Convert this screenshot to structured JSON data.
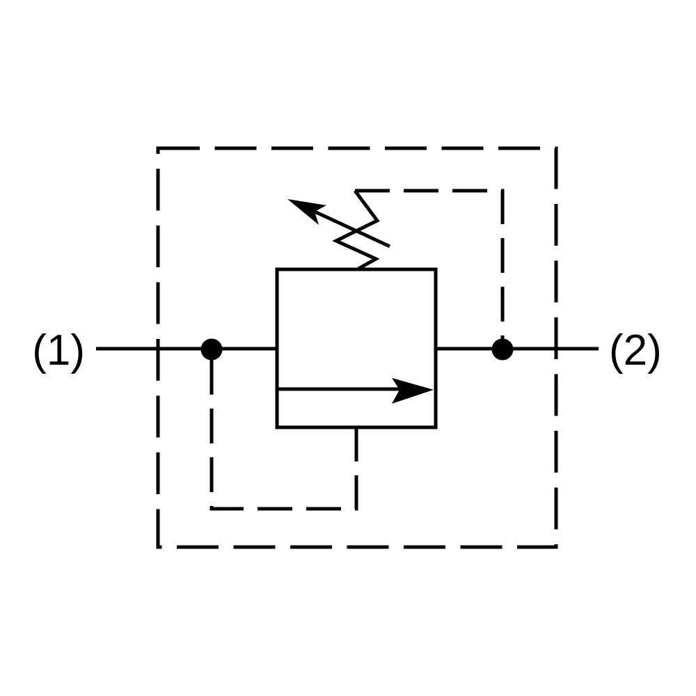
{
  "diagram": {
    "kind": "hydraulic-valve-schematic",
    "colors": {
      "line": "#000000",
      "background": "#ffffff"
    },
    "ports": {
      "port1": {
        "label": "(1)"
      },
      "port2": {
        "label": "(2)"
      }
    },
    "icons": {
      "envelope": "dashed-boundary-rectangle",
      "valve_body": "square-envelope",
      "flow_arrow": "right-arrow",
      "spring": "zigzag-spring",
      "adjustment_arrow": "diagonal-arrow-through-spring",
      "junctions": "filled-dot"
    }
  }
}
